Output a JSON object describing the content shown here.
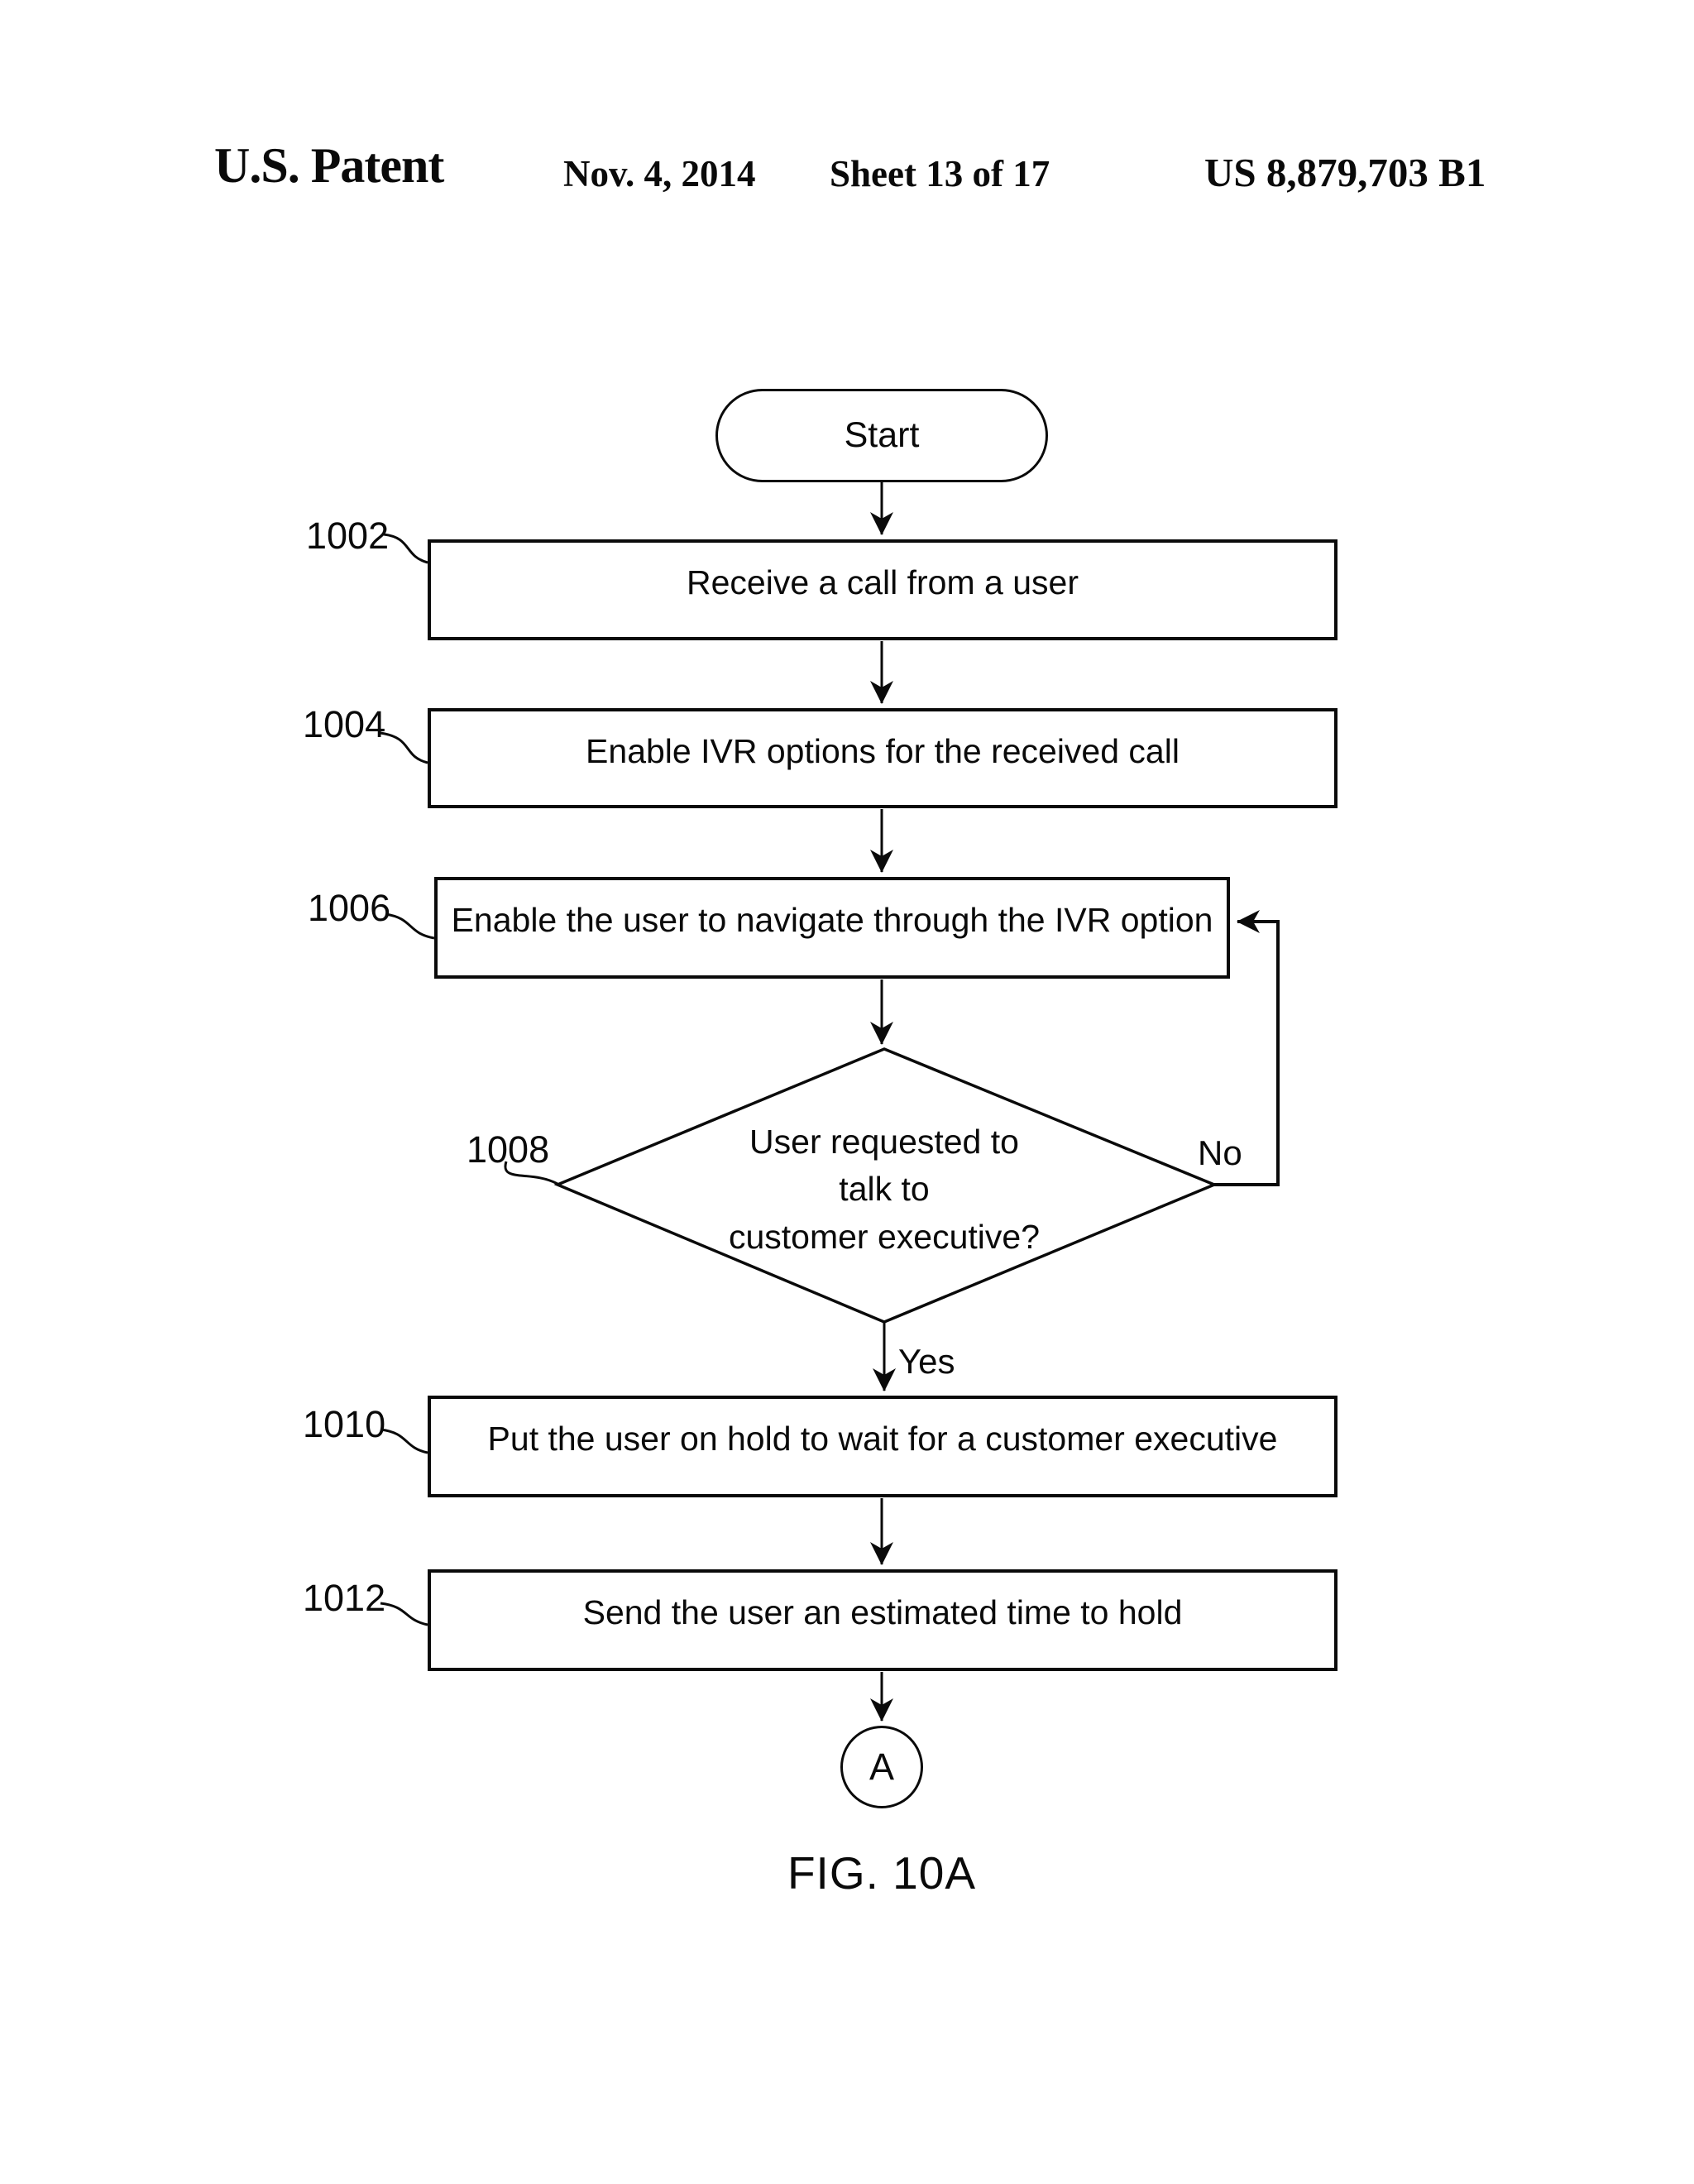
{
  "header": {
    "title": "U.S. Patent",
    "date": "Nov. 4, 2014",
    "sheet": "Sheet 13 of 17",
    "patent_number": "US 8,879,703 B1"
  },
  "flowchart": {
    "start": "Start",
    "nodes": [
      {
        "ref": "1002",
        "text": "Receive a call from a user"
      },
      {
        "ref": "1004",
        "text": "Enable IVR options for the received call"
      },
      {
        "ref": "1006",
        "text": "Enable the user to navigate through the IVR option"
      },
      {
        "ref": "1008",
        "text": "User requested to\ntalk to\ncustomer executive?"
      },
      {
        "ref": "1010",
        "text": "Put the user on hold to wait for a customer executive"
      },
      {
        "ref": "1012",
        "text": "Send the user an estimated time to hold"
      }
    ],
    "yes": "Yes",
    "no": "No",
    "offpage_connector": "A"
  },
  "figure": {
    "caption": "FIG. 10A"
  }
}
